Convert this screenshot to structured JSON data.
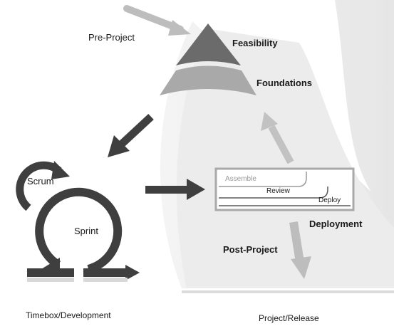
{
  "diagram": {
    "labels": {
      "pre_project": "Pre-Project",
      "feasibility": "Feasibility",
      "foundations": "Foundations",
      "scrum": "Scrum",
      "sprint": "Sprint",
      "assemble": "Assemble",
      "review": "Review",
      "deploy": "Deploy",
      "deployment": "Deployment",
      "post_project": "Post-Project",
      "timebox_development": "Timebox/Development",
      "project_release": "Project/Release"
    },
    "colors": {
      "background_shape": "#ececec",
      "feasibility_fill": "#6b6b6b",
      "foundations_fill": "#a9a9a9",
      "dark_arrow": "#3f3f3f",
      "light_arrow": "#b5b5b5",
      "box_border": "#a9a9a9"
    }
  }
}
